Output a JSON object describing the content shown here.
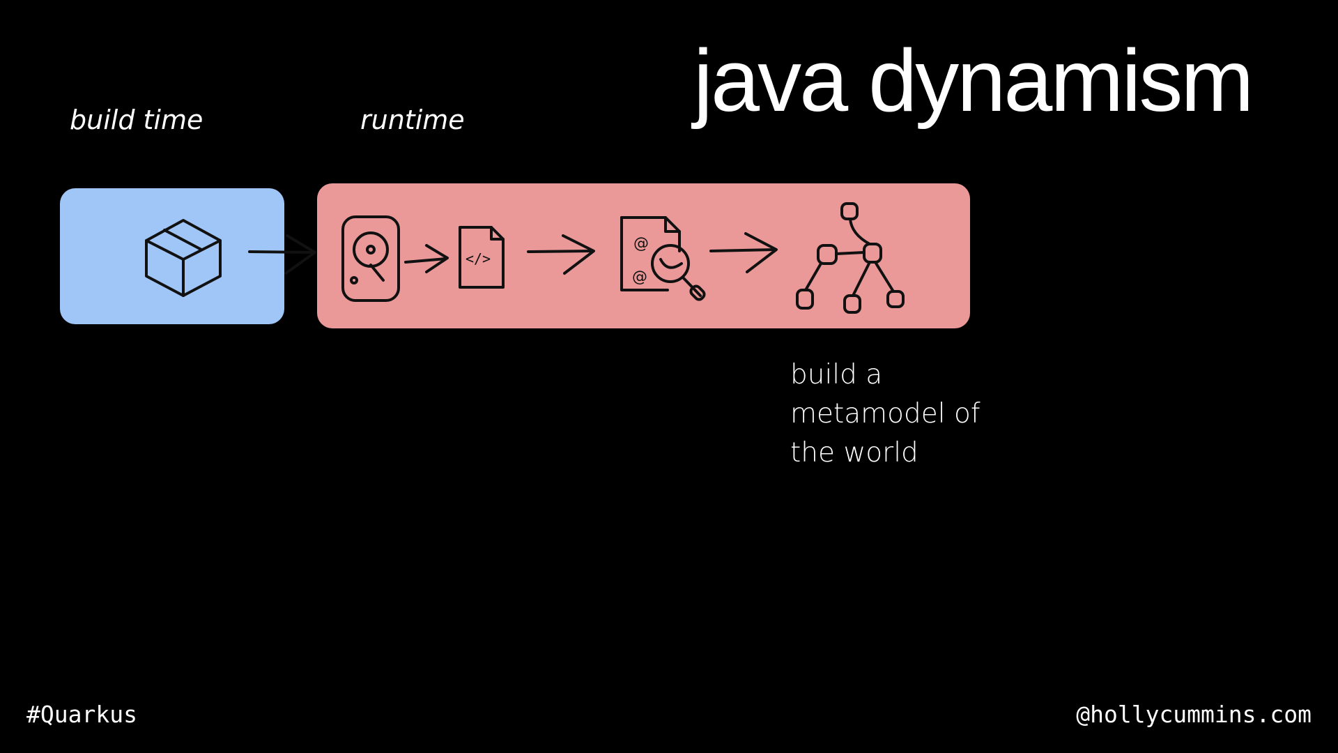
{
  "slide": {
    "title": "java dynamism",
    "phases": {
      "build_label": "build time",
      "runtime_label": "runtime"
    },
    "annotation": [
      "build a",
      "metamodel of",
      "the world"
    ],
    "footer": {
      "hashtag": "#Quarkus",
      "website": "@hollycummins.com"
    }
  },
  "colors": {
    "background": "#000000",
    "build_box": "#9fc6f7",
    "runtime_box": "#ea9898",
    "ink": "#111111"
  },
  "icons": {
    "build_box": [
      "package-box-icon"
    ],
    "runtime_flow": [
      "hard-disk-icon",
      "arrow-right-icon",
      "code-file-icon",
      "arrow-right-icon",
      "annotation-scan-icon",
      "arrow-right-icon",
      "metamodel-tree-icon"
    ]
  },
  "code_file_glyph": "</>",
  "annotation_glyph": "@"
}
